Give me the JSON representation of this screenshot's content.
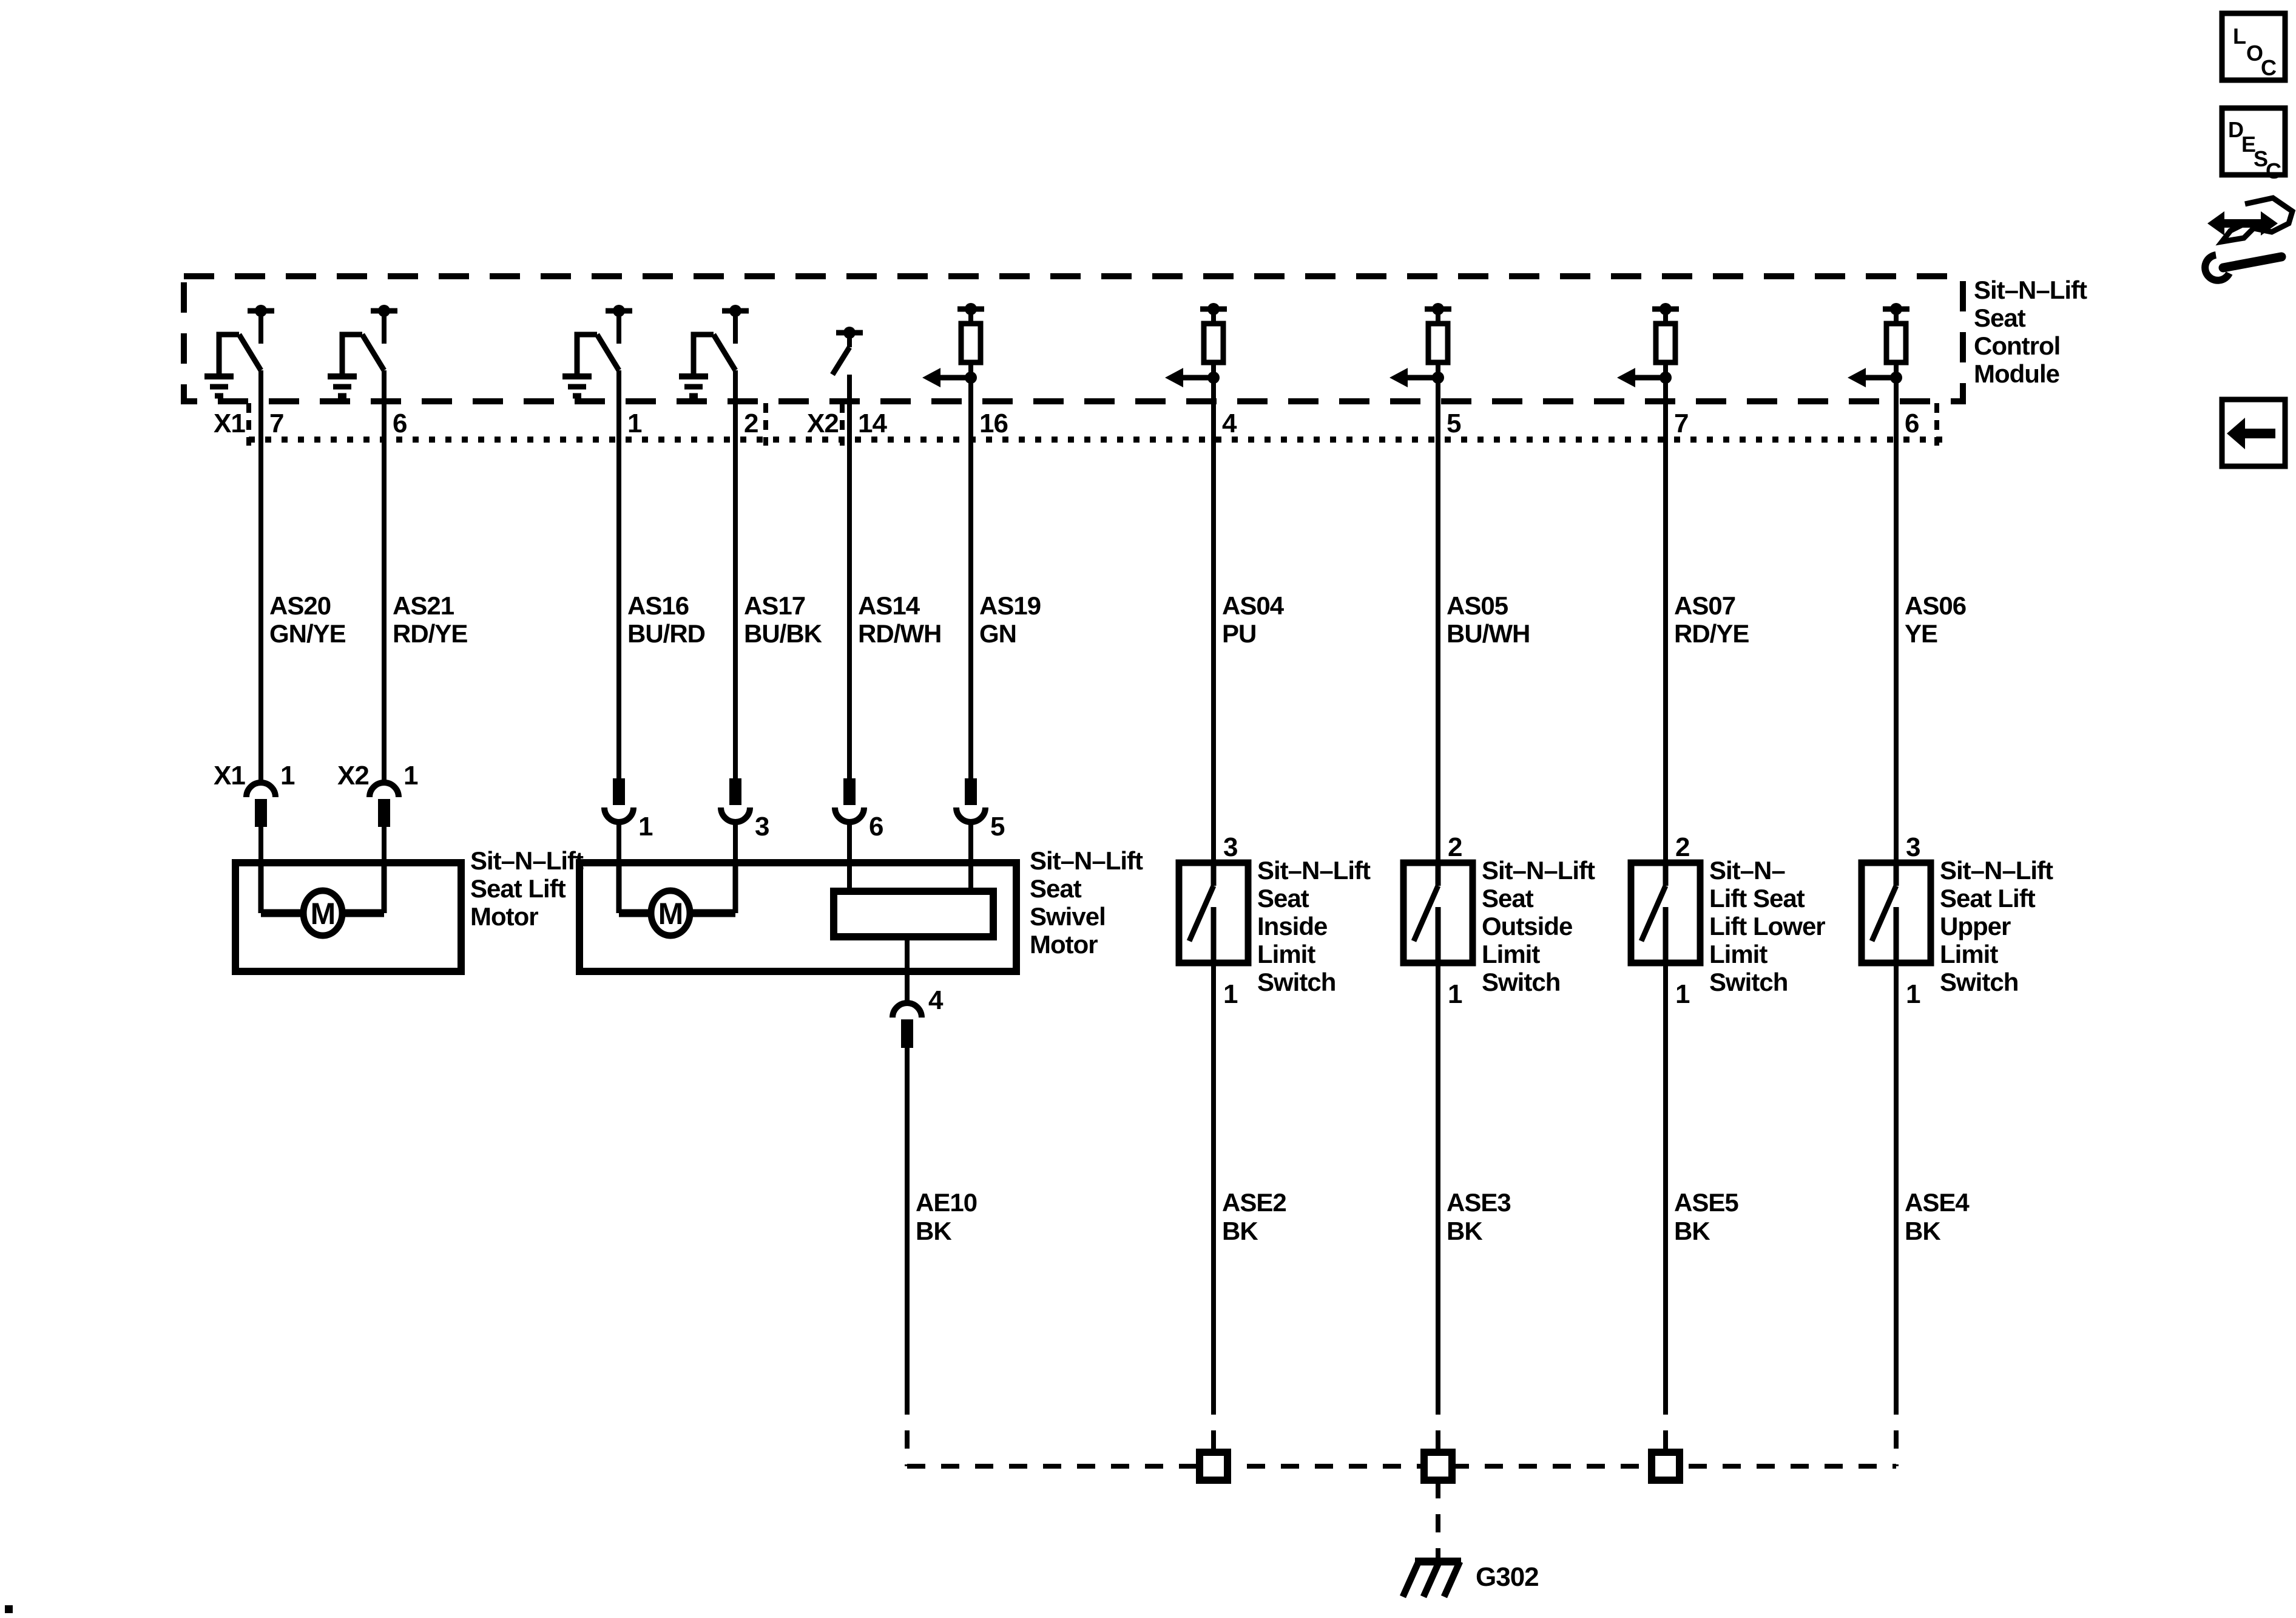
{
  "diagram_title": "Sit-N-Lift Seat Control Module wiring schematic",
  "module": {
    "label": [
      "Sit–N–Lift",
      "Seat",
      "Control",
      "Module"
    ],
    "connector_x1": "X1",
    "connector_x2": "X2",
    "pins": [
      "7",
      "6",
      "1",
      "2",
      "14",
      "16",
      "4",
      "5",
      "7",
      "6"
    ]
  },
  "wires": [
    {
      "id": "AS20",
      "color": "GN/YE"
    },
    {
      "id": "AS21",
      "color": "RD/YE"
    },
    {
      "id": "AS16",
      "color": "BU/RD"
    },
    {
      "id": "AS17",
      "color": "BU/BK"
    },
    {
      "id": "AS14",
      "color": "RD/WH"
    },
    {
      "id": "AS19",
      "color": "GN"
    },
    {
      "id": "AS04",
      "color": "PU"
    },
    {
      "id": "AS05",
      "color": "BU/WH"
    },
    {
      "id": "AS07",
      "color": "RD/YE"
    },
    {
      "id": "AS06",
      "color": "YE"
    }
  ],
  "ground_wires": [
    {
      "id": "AE10",
      "color": "BK"
    },
    {
      "id": "ASE2",
      "color": "BK"
    },
    {
      "id": "ASE3",
      "color": "BK"
    },
    {
      "id": "ASE5",
      "color": "BK"
    },
    {
      "id": "ASE4",
      "color": "BK"
    }
  ],
  "inline_connectors": {
    "x1": {
      "label": "X1",
      "pin": "1"
    },
    "x2": {
      "label": "X2",
      "pin": "1"
    },
    "swivel_pins": [
      "1",
      "3",
      "6",
      "5"
    ],
    "swivel_bottom_pin": "4"
  },
  "components": {
    "lift_motor": {
      "label": [
        "Sit–N–Lift",
        "Seat Lift",
        "Motor"
      ],
      "symbol": "M"
    },
    "swivel_motor": {
      "label": [
        "Sit–N–Lift",
        "Seat",
        "Swivel",
        "Motor"
      ],
      "symbol": "M"
    },
    "switches": [
      {
        "top_pin": "3",
        "bottom_pin": "1",
        "label": [
          "Sit–N–Lift",
          "Seat",
          "Inside",
          "Limit",
          "Switch"
        ]
      },
      {
        "top_pin": "2",
        "bottom_pin": "1",
        "label": [
          "Sit–N–Lift",
          "Seat",
          "Outside",
          "Limit",
          "Switch"
        ]
      },
      {
        "top_pin": "2",
        "bottom_pin": "1",
        "label": [
          "Sit–N–",
          "Lift Seat",
          "Lift Lower",
          "Limit",
          "Switch"
        ]
      },
      {
        "top_pin": "3",
        "bottom_pin": "1",
        "label": [
          "Sit–N–Lift",
          "Seat Lift",
          "Upper",
          "Limit",
          "Switch"
        ]
      }
    ]
  },
  "ground": {
    "label": "G302"
  },
  "sidebar": {
    "loc": [
      "L",
      "O",
      "C"
    ],
    "desc": [
      "D",
      "E",
      "S",
      "C"
    ]
  },
  "colors": {
    "line": "#000000",
    "background": "#ffffff"
  }
}
